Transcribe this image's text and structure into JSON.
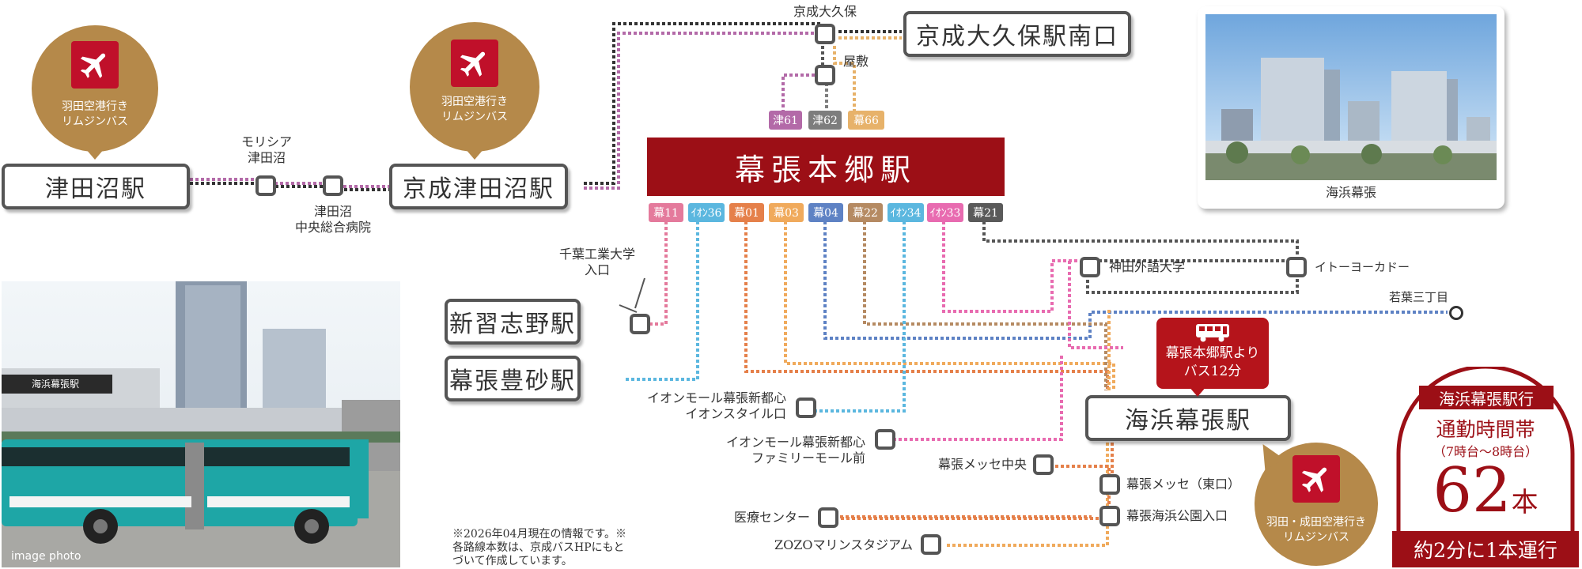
{
  "stations": {
    "tsudanuma": "津田沼駅",
    "keisei_tsudanuma": "京成津田沼駅",
    "keisei_okubo_minami": "京成大久保駅南口",
    "makuhari_hongo": "幕張本郷駅",
    "shin_narashino": "新習志野駅",
    "makuhari_toyosuna": "幕張豊砂駅",
    "kaihin_makuhari": "海浜幕張駅"
  },
  "stops": {
    "morishia": "モリシア\n津田沼",
    "tsudanuma_hospital": "津田沼\n中央総合病院",
    "keisei_okubo": "京成大久保",
    "yashiki": "屋敷",
    "chiba_tech": "千葉工業大学\n入口",
    "aeon_style": "イオンモール幕張新都心\nイオンスタイル口",
    "aeon_family": "イオンモール幕張新都心\nファミリーモール前",
    "kanda_gaigo": "神田外語大学",
    "itoyokado": "イトーヨーカドー",
    "wakaba": "若葉三丁目",
    "messe_chuo": "幕張メッセ中央",
    "messe_east": "幕張メッセ（東口）",
    "iryo": "医療センター",
    "kaihin_park": "幕張海浜公園入口",
    "zozo": "ZOZOマリンスタジアム"
  },
  "bubbles": {
    "haneda_1": "羽田空港行き\nリムジンバス",
    "haneda_2": "羽田空港行き\nリムジンバス",
    "haneda_narita": "羽田・成田空港行き\nリムジンバス",
    "bus_time": "幕張本郷駅より\nバス12分"
  },
  "route_tags": {
    "upper": [
      {
        "label": "津61",
        "color": "#b36aa8"
      },
      {
        "label": "津62",
        "color": "#7d7d7d"
      },
      {
        "label": "幕66",
        "color": "#e7b26a"
      }
    ],
    "lower": [
      {
        "label": "幕11",
        "color": "#e47a9c"
      },
      {
        "label": "ｲｵﾝ36",
        "color": "#5bb7df"
      },
      {
        "label": "幕01",
        "color": "#e5804a"
      },
      {
        "label": "幕03",
        "color": "#f0aa5c"
      },
      {
        "label": "幕04",
        "color": "#5e82c4"
      },
      {
        "label": "幕22",
        "color": "#b58a62"
      },
      {
        "label": "ｲｵﾝ34",
        "color": "#5bb7df"
      },
      {
        "label": "ｲｵﾝ33",
        "color": "#e86bb0"
      },
      {
        "label": "幕21",
        "color": "#5a5a5a"
      }
    ]
  },
  "photo_captions": {
    "aerial": "海浜幕張",
    "bus": "image photo",
    "bus_station_sign": "海浜幕張駅"
  },
  "note": "※2026年04月現在の情報です。※\n各路線本数は、京成バスHPにもと\nづいて作成しています。",
  "badge": {
    "heading": "海浜幕張駅行",
    "sub": "通勤時間帯",
    "hours": "（7時台〜8時台）",
    "number": "62",
    "unit": "本",
    "footer": "約2分に1本運行"
  },
  "colors": {
    "accent_red": "#9c0f16",
    "brand_gold": "#b5894a",
    "plane_red": "#c0102a"
  },
  "icons": [
    "airplane-icon",
    "bus-icon"
  ]
}
